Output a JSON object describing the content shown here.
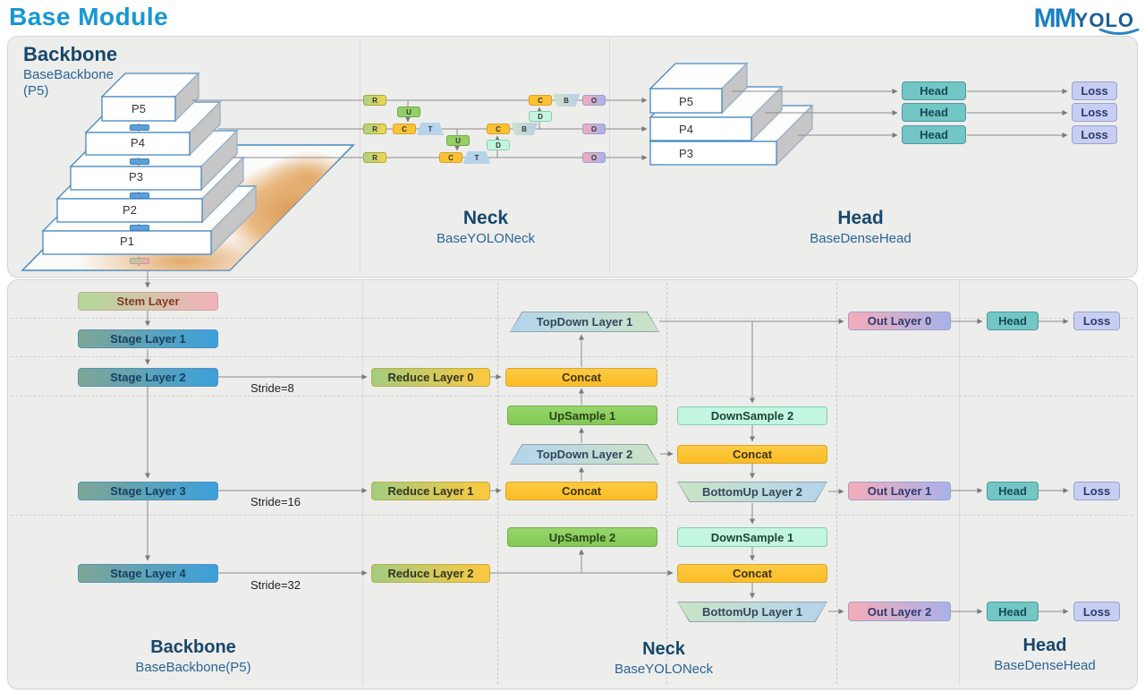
{
  "page": {
    "title": "Base Module"
  },
  "logo": {
    "mm": "MM",
    "yolo": "YOLO"
  },
  "palette": {
    "title_blue": "#1697d4",
    "heading_navy": "#17476b",
    "subtitle_blue": "#2a6496",
    "stage_blue": "#3ba0dc",
    "stem_green": "#b3d897",
    "stem_pink": "#f3b2bc",
    "concat_amber": "#fcc232",
    "upsample_green": "#8ed162",
    "downsample_mint": "#c3f6e0",
    "topdown_blue": "#b4d4ec",
    "bottomup_green": "#cbe3c6",
    "out_pink": "#f5acb8",
    "out_periwinkle": "#a9b2e9",
    "head_teal": "#72c6c3",
    "loss_lavender": "#c7cef1",
    "pyramid_border_blue": "#4788c0"
  },
  "top": {
    "backbone": {
      "title": "Backbone",
      "subtitle": "BaseBackbone",
      "subtitle2": "(P5)",
      "pyramid": [
        "P5",
        "P4",
        "P3",
        "P2",
        "P1"
      ]
    },
    "neck": {
      "title": "Neck",
      "subtitle": "BaseYOLONeck",
      "letters": {
        "r": "R",
        "u": "U",
        "c": "C",
        "t": "T",
        "d": "D",
        "b": "B",
        "o": "O"
      }
    },
    "head": {
      "title": "Head",
      "subtitle": "BaseDenseHead",
      "pyramid": [
        "P5",
        "P4",
        "P3"
      ],
      "head_label": "Head",
      "loss_label": "Loss"
    }
  },
  "bottom": {
    "backbone": {
      "stem": "Stem Layer",
      "stages": [
        "Stage Layer 1",
        "Stage Layer 2",
        "Stage Layer 3",
        "Stage Layer 4"
      ],
      "strides": [
        "Stride=8",
        "Stride=16",
        "Stride=32"
      ],
      "title": "Backbone",
      "subtitle": "BaseBackbone(P5)"
    },
    "neck": {
      "title": "Neck",
      "subtitle": "BaseYOLONeck",
      "reduce": [
        "Reduce Layer 0",
        "Reduce Layer 1",
        "Reduce Layer 2"
      ],
      "concat_label": "Concat",
      "upsample": [
        "UpSample 1",
        "UpSample 2"
      ],
      "downsample": [
        "DownSample 2",
        "DownSample 1"
      ],
      "topdown": [
        "TopDown Layer 1",
        "TopDown Layer 2"
      ],
      "bottomup": [
        "BottomUp Layer 2",
        "BottomUp Layer 1"
      ],
      "out": [
        "Out Layer 0",
        "Out Layer 1",
        "Out Layer 2"
      ]
    },
    "head": {
      "title": "Head",
      "subtitle": "BaseDenseHead",
      "head_label": "Head",
      "loss_label": "Loss"
    }
  }
}
